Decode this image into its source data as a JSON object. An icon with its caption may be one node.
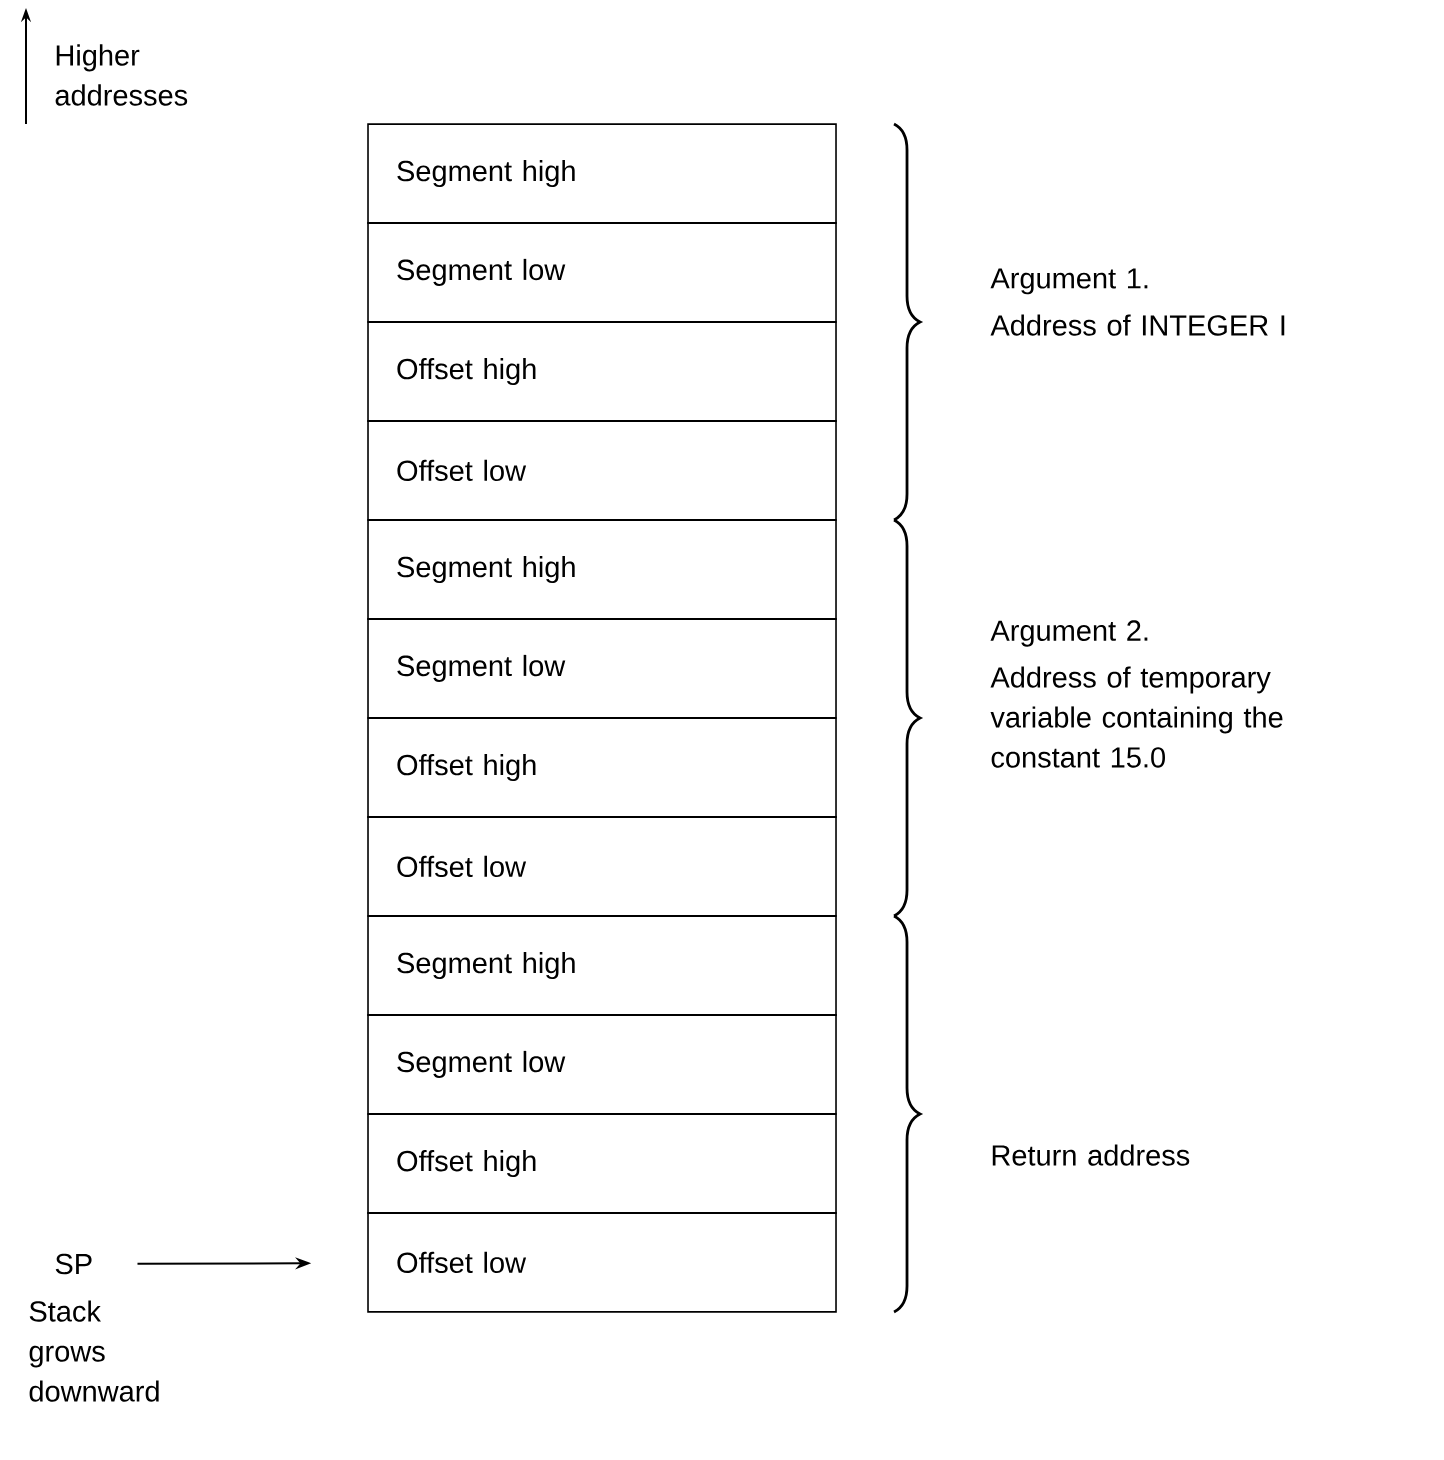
{
  "diagram": {
    "nodes": [
      {
        "text": [
          "Segment high"
        ]
      },
      {
        "text": [
          "Segment low"
        ]
      },
      {
        "text": [
          "Offset high"
        ]
      },
      {
        "text": [
          "Offset low"
        ]
      },
      {
        "text": [
          "Segment high"
        ]
      },
      {
        "text": [
          "Segment low"
        ]
      },
      {
        "text": [
          "Offset high"
        ]
      },
      {
        "text": [
          "Offset low"
        ]
      },
      {
        "text": [
          "Segment high"
        ]
      },
      {
        "text": [
          "Segment low"
        ]
      },
      {
        "text": [
          "Offset high"
        ]
      },
      {
        "text": [
          "Offset low"
        ]
      },
      {
        "text": [
          "SP"
        ]
      }
    ],
    "edges": [
      {
        "from": 12,
        "to": 11,
        "arrow": "to"
      }
    ],
    "labels": [
      "Higher addresses",
      "Argument 1.",
      "Address of INTEGER I",
      "Argument 2.",
      "Address of temporary variable containing the constant 15.0",
      "Return address",
      "Stack grows downward"
    ]
  }
}
